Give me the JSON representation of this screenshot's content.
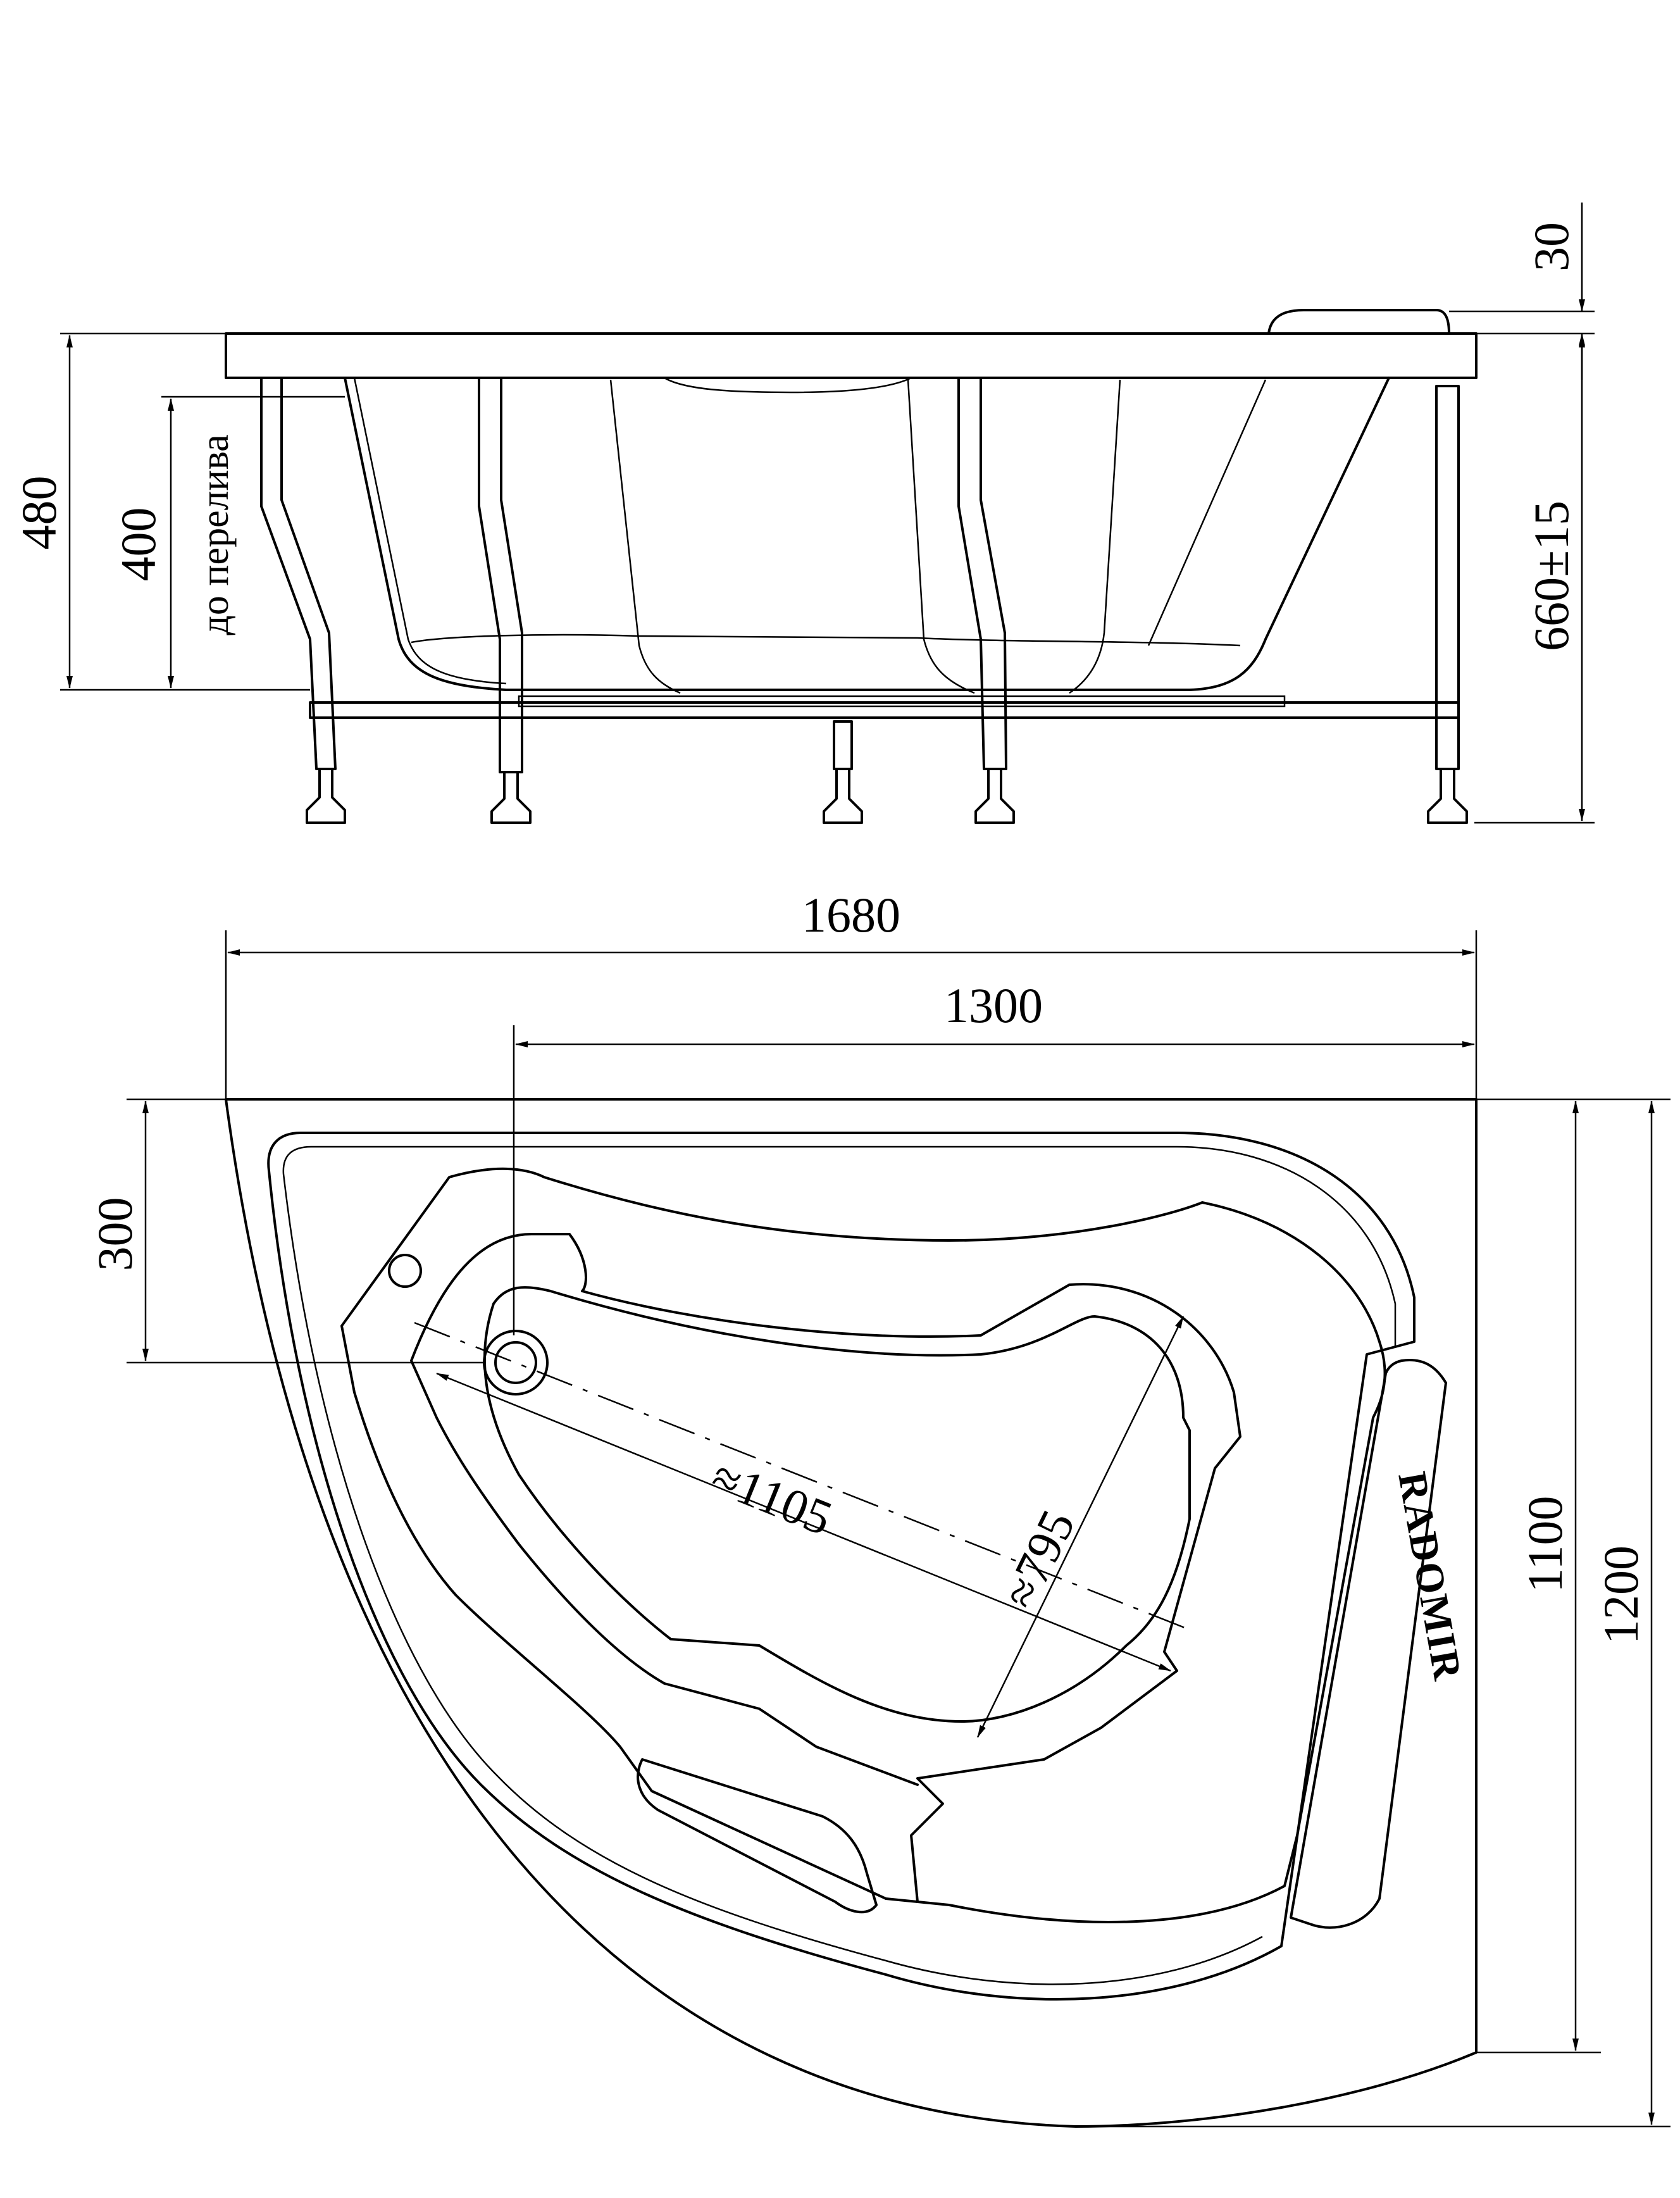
{
  "side_view": {
    "dim_height_total": "480",
    "dim_overflow_height": "400",
    "dim_overflow_label": "до перелива",
    "dim_rim": "30",
    "dim_floor_height": "660±15"
  },
  "top_view": {
    "dim_width_total": "1680",
    "dim_width_inner": "1300",
    "dim_drain_offset": "300",
    "dim_depth_inner": "1100",
    "dim_depth_total": "1200",
    "dim_bowl_length": "≈1105",
    "dim_bowl_width": "≈795",
    "brand": "RADOMIR"
  }
}
